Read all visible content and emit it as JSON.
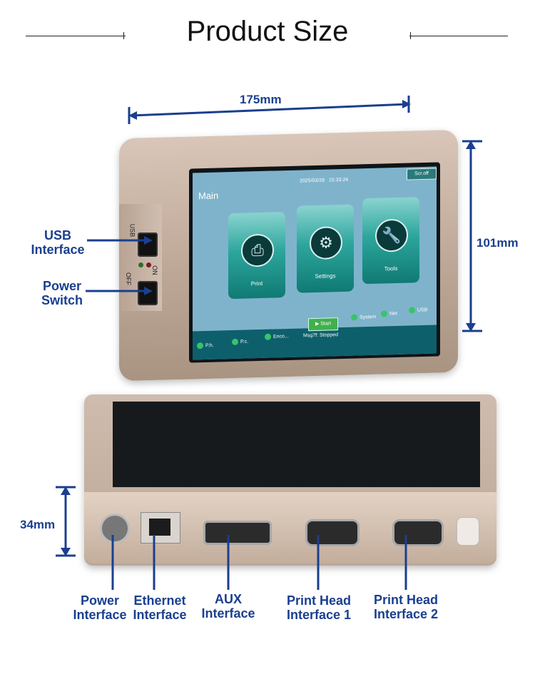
{
  "header": {
    "title": "Product Size"
  },
  "dimensions": {
    "width": "175mm",
    "height": "101mm",
    "depth": "34mm"
  },
  "side_labels": {
    "usb": [
      "USB",
      "Interface"
    ],
    "power_switch": [
      "Power",
      "Switch"
    ]
  },
  "device_side_text": {
    "usb": "USB",
    "on": "ON",
    "off": "OFF"
  },
  "bottom_labels": {
    "power": [
      "Power",
      "Interface"
    ],
    "ethernet": [
      "Ethernet",
      "Interface"
    ],
    "aux": [
      "AUX",
      "Interface"
    ],
    "printhead1": [
      "Print Head",
      "Interface 1"
    ],
    "printhead2": [
      "Print Head",
      "Interface 2"
    ]
  },
  "screen": {
    "title": "Main",
    "date": "2025/03/28",
    "time": "15:33:24",
    "scr_off": "Scr.off",
    "tiles": [
      {
        "label": "Print",
        "icon": "printer-icon"
      },
      {
        "label": "Settings",
        "icon": "gear-icon"
      },
      {
        "label": "Tools",
        "icon": "wrench-icon"
      }
    ],
    "start": "Start",
    "message": "Msg7f: Stopped",
    "status_left": [
      "P.h.",
      "P.c.",
      "Enco..."
    ],
    "status_right": [
      "System",
      "Net",
      "USB"
    ]
  },
  "colors": {
    "accent": "#1a3f8f",
    "tile": "#2da69d",
    "screen_bg": "#7fb3cc",
    "status_ok": "#37c46a"
  }
}
